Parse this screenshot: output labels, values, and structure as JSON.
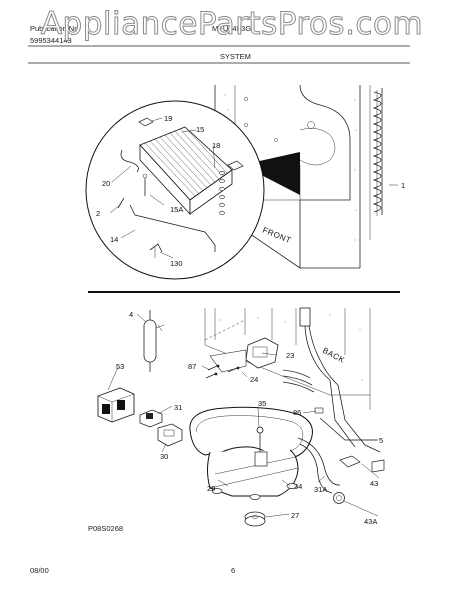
{
  "header": {
    "publication_label": "Publication No.",
    "publication_number": "5995344143",
    "model": "MFU14F3G",
    "section": "SYSTEM",
    "watermark": "AppliancePartsPros.com"
  },
  "labels": {
    "p1": "1",
    "p2": "2",
    "p4": "4",
    "p5": "5",
    "p14": "14",
    "p15": "15",
    "p15a": "15A",
    "p18": "18",
    "p19": "19",
    "p20": "20",
    "p23": "23",
    "p24": "24",
    "p27": "27",
    "p29": "29",
    "p30": "30",
    "p31": "31",
    "p31a": "31A",
    "p34": "34",
    "p35": "35",
    "p43": "43",
    "p43a": "43A",
    "p53": "53",
    "p86": "86",
    "p87": "87",
    "p130": "130",
    "front": "FRONT",
    "back": "BACK"
  },
  "footer": {
    "diagram_code": "P08S0268",
    "date": "08/00",
    "page": "6"
  }
}
